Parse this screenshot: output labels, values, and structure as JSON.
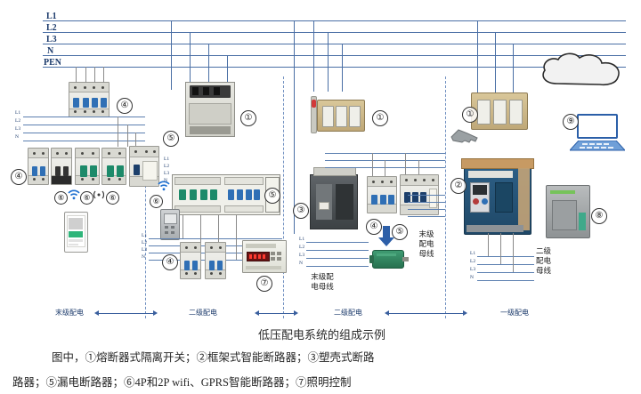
{
  "diagram": {
    "title": "低压配电系统的组成示例",
    "main_bus": {
      "labels": [
        "L1",
        "L2",
        "L3",
        "N",
        "PEN"
      ]
    },
    "sub_bus_labels": [
      "L1",
      "L2",
      "L3",
      "N"
    ],
    "zones": [
      {
        "label": "末级配电"
      },
      {
        "label": "二级配电"
      },
      {
        "label": "二级配电"
      },
      {
        "label": "一级配电"
      }
    ],
    "annotations": [
      {
        "id": "bus-final-left",
        "text": "末级配\n电母线"
      },
      {
        "id": "bus-final-right",
        "text": "末级\n配电\n母线"
      },
      {
        "id": "bus-second",
        "text": "二级\n配电\n母线"
      }
    ],
    "callouts": [
      {
        "n": "①",
        "name": "fuse-disconnector-center"
      },
      {
        "n": "①",
        "name": "fuse-disconnector-mid"
      },
      {
        "n": "①",
        "name": "fuse-disconnector-right"
      },
      {
        "n": "②",
        "name": "air-circuit-breaker"
      },
      {
        "n": "③",
        "name": "molded-case-breaker"
      },
      {
        "n": "④",
        "name": "mcb-top-left"
      },
      {
        "n": "④",
        "name": "mcb-left-row"
      },
      {
        "n": "④",
        "name": "mcb-center-left"
      },
      {
        "n": "④",
        "name": "mcb-center"
      },
      {
        "n": "④",
        "name": "mcb-motor-feed"
      },
      {
        "n": "⑤",
        "name": "rcbo-left"
      },
      {
        "n": "⑤",
        "name": "rcbo-center-left"
      },
      {
        "n": "⑤",
        "name": "rcbo-center"
      },
      {
        "n": "⑥",
        "name": "wifi-breaker-a"
      },
      {
        "n": "⑥",
        "name": "wifi-breaker-b"
      },
      {
        "n": "⑥",
        "name": "wifi-breaker-c"
      },
      {
        "n": "⑥",
        "name": "wifi-breaker-d"
      },
      {
        "n": "⑦",
        "name": "lighting-controller"
      },
      {
        "n": "⑧",
        "name": "plc-gateway"
      },
      {
        "n": "⑨",
        "name": "monitoring-computer"
      }
    ],
    "caption": {
      "line1": "图中，①熔断器式隔离开关；②框架式智能断路器；③塑壳式断路",
      "line2": "路器；⑤漏电断路器；⑥4P和2P wifi、GPRS智能断路器；⑦照明控制"
    },
    "colors": {
      "bus": "#4a6fa5",
      "label": "#1b3a6b",
      "accent_blue": "#2f6fb5",
      "accent_green": "#1d8a6a",
      "zone_arrow": "#3a5f9e"
    }
  }
}
